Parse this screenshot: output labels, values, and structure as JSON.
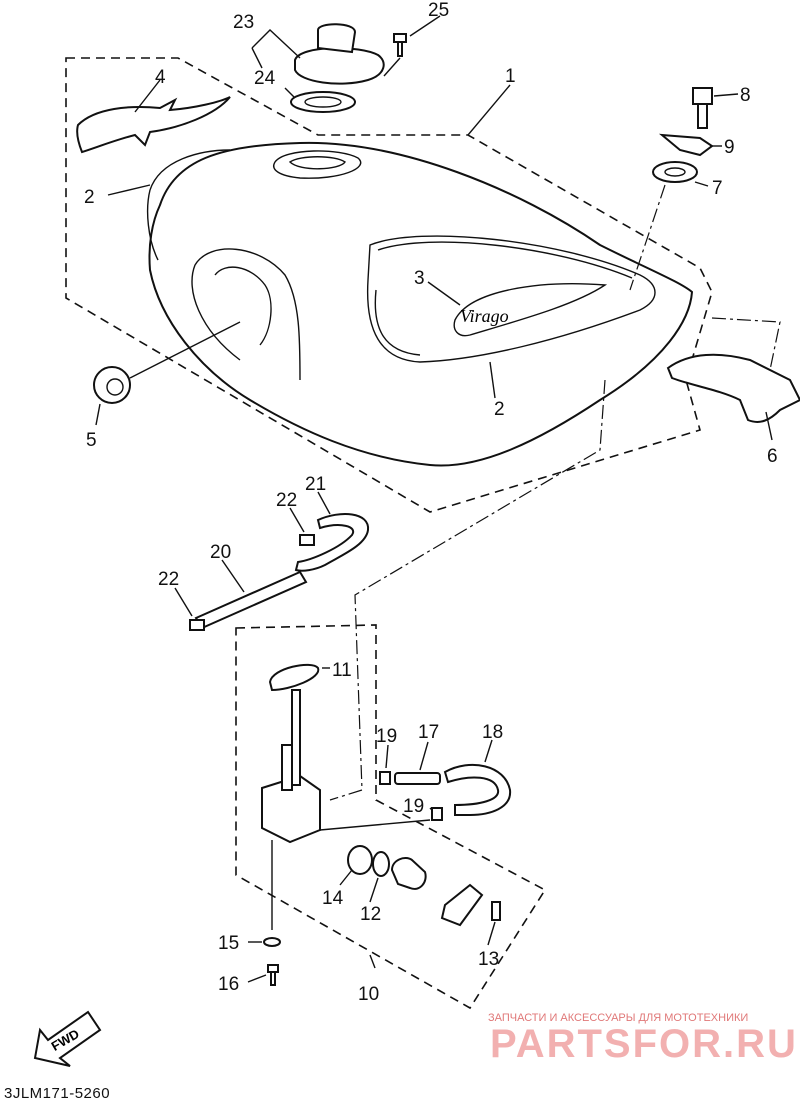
{
  "diagram": {
    "callouts": [
      {
        "id": "c1",
        "text": "1"
      },
      {
        "id": "c2a",
        "text": "2"
      },
      {
        "id": "c2b",
        "text": "2"
      },
      {
        "id": "c3",
        "text": "3"
      },
      {
        "id": "c4",
        "text": "4"
      },
      {
        "id": "c5",
        "text": "5"
      },
      {
        "id": "c6",
        "text": "6"
      },
      {
        "id": "c7",
        "text": "7"
      },
      {
        "id": "c8",
        "text": "8"
      },
      {
        "id": "c9",
        "text": "9"
      },
      {
        "id": "c10",
        "text": "10"
      },
      {
        "id": "c11",
        "text": "11"
      },
      {
        "id": "c12",
        "text": "12"
      },
      {
        "id": "c13",
        "text": "13"
      },
      {
        "id": "c14",
        "text": "14"
      },
      {
        "id": "c15",
        "text": "15"
      },
      {
        "id": "c16",
        "text": "16"
      },
      {
        "id": "c17",
        "text": "17"
      },
      {
        "id": "c18",
        "text": "18"
      },
      {
        "id": "c19a",
        "text": "19"
      },
      {
        "id": "c19b",
        "text": "19"
      },
      {
        "id": "c20",
        "text": "20"
      },
      {
        "id": "c21",
        "text": "21"
      },
      {
        "id": "c22a",
        "text": "22"
      },
      {
        "id": "c22b",
        "text": "22"
      },
      {
        "id": "c23",
        "text": "23"
      },
      {
        "id": "c24",
        "text": "24"
      },
      {
        "id": "c25",
        "text": "25"
      }
    ],
    "fwd_label": "FWD",
    "diagram_code": "3JLM171-5260"
  },
  "watermark": {
    "tagline": "ЗАПЧАСТИ И АКСЕССУАРЫ ДЛЯ МОТОТЕХНИКИ",
    "logo": "PARTSFOR.RU",
    "colors": {
      "tagline": "#e07878",
      "logo": "#f2b0b0"
    }
  }
}
